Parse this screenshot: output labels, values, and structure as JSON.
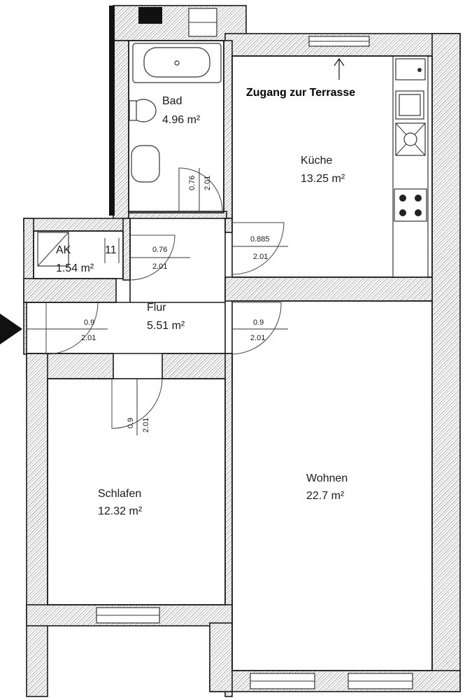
{
  "rooms": {
    "bad": {
      "name": "Bad",
      "area": "4.96 m²"
    },
    "kueche": {
      "name": "Küche",
      "area": "13.25 m²"
    },
    "ak": {
      "name": "AK",
      "area": "1.54 m²",
      "extra": "11"
    },
    "flur": {
      "name": "Flur",
      "area": "5.51 m²"
    },
    "schlafen": {
      "name": "Schlafen",
      "area": "12.32 m²"
    },
    "wohnen": {
      "name": "Wohnen",
      "area": "22.7 m²"
    }
  },
  "note": "Zugang zur Terrasse",
  "doors": {
    "bad": {
      "width": "0.76",
      "height": "2.01"
    },
    "flur_ak": {
      "width": "0.76",
      "height": "2.01"
    },
    "kueche": {
      "width": "0.885",
      "height": "2.01"
    },
    "entrance": {
      "width": "0.9",
      "height": "2.01"
    },
    "wohnen": {
      "width": "0.9",
      "height": "2.01"
    },
    "schlafen": {
      "width": "0.9",
      "height": "2.01"
    }
  },
  "colors": {
    "wall_line": "#1a1a1a",
    "entrance_marker": "#111111"
  },
  "icons": [
    "entrance-arrow-icon",
    "terrace-arrow-icon"
  ]
}
